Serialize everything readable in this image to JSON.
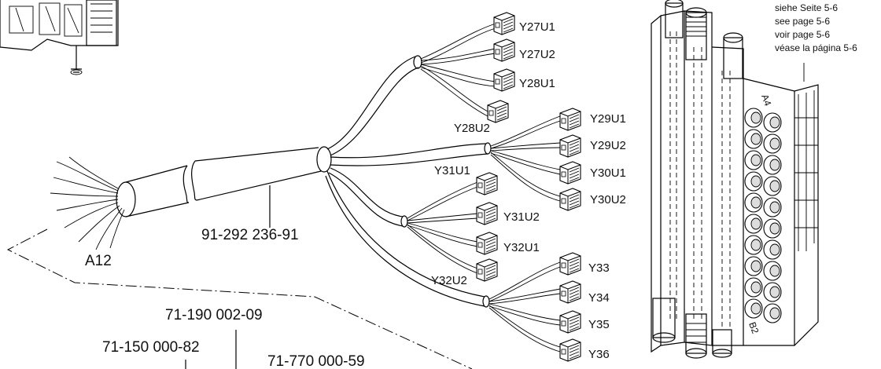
{
  "cable": {
    "open_end_label": "A12",
    "cable_part_number": "91-292 236-91"
  },
  "part_numbers": {
    "upper": "71-190 002-09",
    "lower_left": "71-150 000-82",
    "lower_right": "71-770 000-59"
  },
  "connectors": [
    "Y27U1",
    "Y27U2",
    "Y28U1",
    "Y28U2",
    "Y29U1",
    "Y29U2",
    "Y30U1",
    "Y30U2",
    "Y31U1",
    "Y31U2",
    "Y32U1",
    "Y32U2",
    "Y33",
    "Y34",
    "Y35",
    "Y36"
  ],
  "reference_note": {
    "de": "siehe Seite 5-6",
    "en": "see page 5-6",
    "fr": "voir page 5-6",
    "es": "véase la página 5-6"
  },
  "valve_block": {
    "top_mark": "A4",
    "bottom_mark": "B2"
  }
}
